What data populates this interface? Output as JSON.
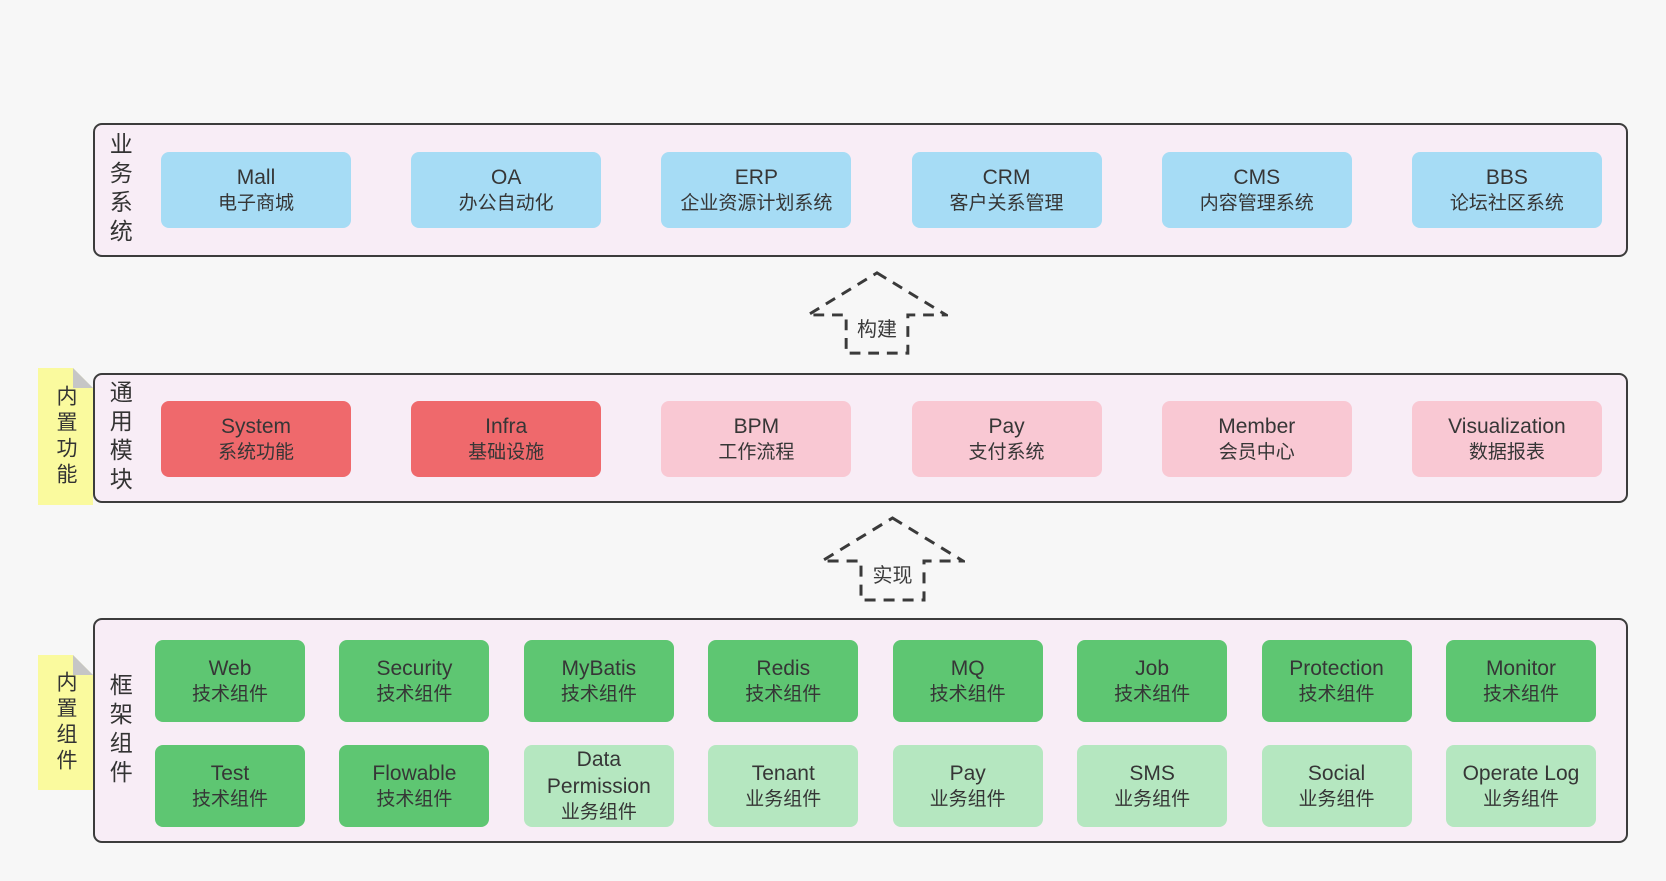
{
  "palette": {
    "background": "#f7f7f7",
    "band_fill": "#f8edf6",
    "band_border": "#3c3c3c",
    "system_blue": "#a6dcf5",
    "module_red": "#ef696c",
    "module_pink": "#f9c8d3",
    "tech_green": "#5ec672",
    "biz_green_light": "#b5e7c0",
    "note_yellow": "#fafa9e",
    "note_fold_gray": "#c6c6c6",
    "text": "#363636"
  },
  "arrows": [
    {
      "label": "构建"
    },
    {
      "label": "实现"
    }
  ],
  "bands": [
    {
      "side_label": "业务系统",
      "rows": [
        [
          {
            "en": "Mall",
            "zh": "电子商城",
            "variant": "blue"
          },
          {
            "en": "OA",
            "zh": "办公自动化",
            "variant": "blue"
          },
          {
            "en": "ERP",
            "zh": "企业资源计划系统",
            "variant": "blue"
          },
          {
            "en": "CRM",
            "zh": "客户关系管理",
            "variant": "blue"
          },
          {
            "en": "CMS",
            "zh": "内容管理系统",
            "variant": "blue"
          },
          {
            "en": "BBS",
            "zh": "论坛社区系统",
            "variant": "blue"
          }
        ]
      ]
    },
    {
      "side_label": "通用模块",
      "note": "内置功能",
      "rows": [
        [
          {
            "en": "System",
            "zh": "系统功能",
            "variant": "red"
          },
          {
            "en": "Infra",
            "zh": "基础设施",
            "variant": "red"
          },
          {
            "en": "BPM",
            "zh": "工作流程",
            "variant": "pink"
          },
          {
            "en": "Pay",
            "zh": "支付系统",
            "variant": "pink"
          },
          {
            "en": "Member",
            "zh": "会员中心",
            "variant": "pink"
          },
          {
            "en": "Visualization",
            "zh": "数据报表",
            "variant": "pink"
          }
        ]
      ]
    },
    {
      "side_label": "框架组件",
      "note": "内置组件",
      "rows": [
        [
          {
            "en": "Web",
            "zh": "技术组件",
            "variant": "green"
          },
          {
            "en": "Security",
            "zh": "技术组件",
            "variant": "green"
          },
          {
            "en": "MyBatis",
            "zh": "技术组件",
            "variant": "green"
          },
          {
            "en": "Redis",
            "zh": "技术组件",
            "variant": "green"
          },
          {
            "en": "MQ",
            "zh": "技术组件",
            "variant": "green"
          },
          {
            "en": "Job",
            "zh": "技术组件",
            "variant": "green"
          },
          {
            "en": "Protection",
            "zh": "技术组件",
            "variant": "green"
          },
          {
            "en": "Monitor",
            "zh": "技术组件",
            "variant": "green"
          }
        ],
        [
          {
            "en": "Test",
            "zh": "技术组件",
            "variant": "green"
          },
          {
            "en": "Flowable",
            "zh": "技术组件",
            "variant": "green"
          },
          {
            "en": "Data Permission",
            "zh": "业务组件",
            "variant": "green-light"
          },
          {
            "en": "Tenant",
            "zh": "业务组件",
            "variant": "green-light"
          },
          {
            "en": "Pay",
            "zh": "业务组件",
            "variant": "green-light"
          },
          {
            "en": "SMS",
            "zh": "业务组件",
            "variant": "green-light"
          },
          {
            "en": "Social",
            "zh": "业务组件",
            "variant": "green-light"
          },
          {
            "en": "Operate Log",
            "zh": "业务组件",
            "variant": "green-light"
          }
        ]
      ]
    }
  ]
}
